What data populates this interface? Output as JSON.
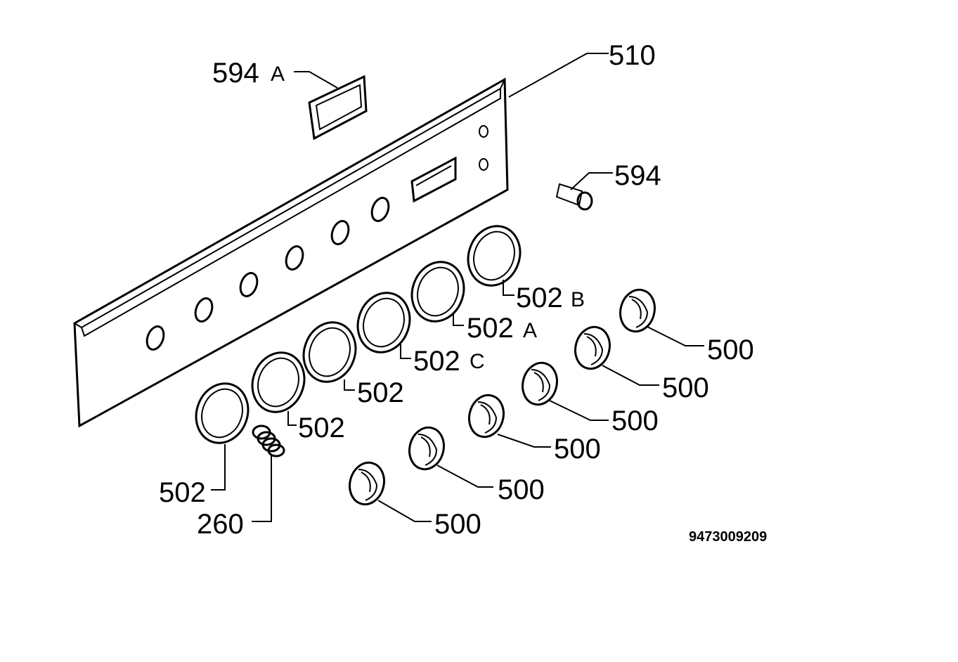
{
  "diagram": {
    "drawing_number": "9473009209",
    "parts": {
      "panel": {
        "number": "510"
      },
      "window_frame": {
        "number": "594",
        "suffix": "A"
      },
      "indicator_lamp": {
        "number": "594"
      },
      "spring": {
        "number": "260"
      },
      "rings": [
        {
          "number": "502",
          "suffix": ""
        },
        {
          "number": "502",
          "suffix": ""
        },
        {
          "number": "502",
          "suffix": ""
        },
        {
          "number": "502",
          "suffix": "C"
        },
        {
          "number": "502",
          "suffix": "A"
        },
        {
          "number": "502",
          "suffix": "B"
        }
      ],
      "knobs": [
        {
          "number": "500"
        },
        {
          "number": "500"
        },
        {
          "number": "500"
        },
        {
          "number": "500"
        },
        {
          "number": "500"
        },
        {
          "number": "500"
        }
      ]
    }
  }
}
